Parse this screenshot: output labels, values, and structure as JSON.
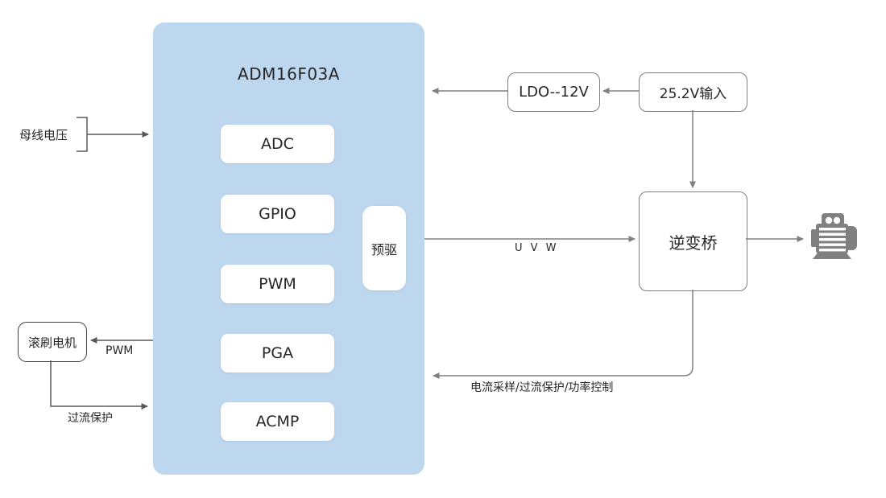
{
  "main_block": {
    "label": "ADM16F03A",
    "modules": [
      {
        "label": "ADC"
      },
      {
        "label": "GPIO"
      },
      {
        "label": "PWM"
      },
      {
        "label": "PGA"
      },
      {
        "label": "ACMP"
      }
    ],
    "predriver_label": "预驱"
  },
  "boxes": {
    "ldo": {
      "label": "LDO--12V"
    },
    "power_input": {
      "label": "25.2V输入"
    },
    "inverter": {
      "label": "逆变桥"
    },
    "brush_motor": {
      "label": "滚刷电机"
    }
  },
  "connection_labels": {
    "bus_voltage": "母线电压",
    "pwm_out": "PWM",
    "overcurrent_protection": "过流保护",
    "uvw": "U V W",
    "feedback": "电流采样/过流保护/功率控制"
  },
  "icons": {
    "motor": "motor-icon"
  },
  "colors": {
    "main_block_bg": "#BDD7EE",
    "module_bg": "#FFFFFF",
    "connector_gray": "#808080",
    "box_border_gray": "#7F7F7F",
    "box_border_dark": "#404040",
    "text": "#262626",
    "motor_icon_gray": "#808080",
    "page_bg": "#FFFFFF"
  }
}
